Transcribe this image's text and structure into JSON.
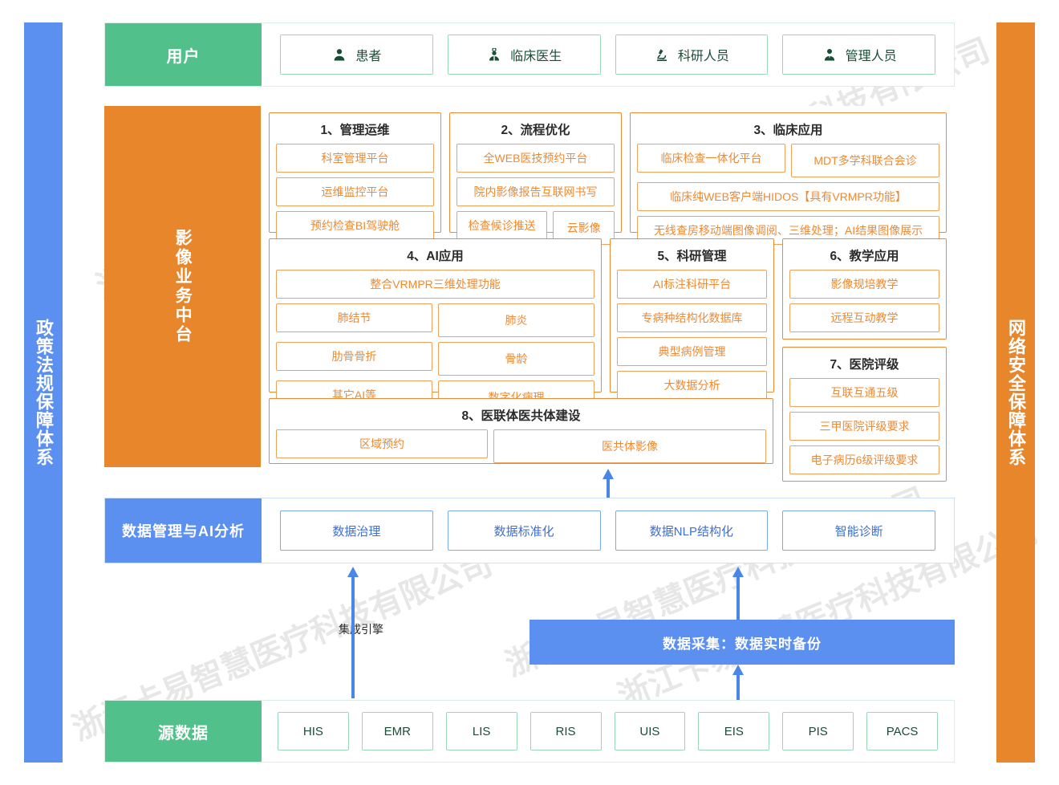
{
  "sides": {
    "left": {
      "label": "政策法规保障体系",
      "color": "#5b8ff0"
    },
    "right": {
      "label": "网络安全保障体系",
      "color": "#e8862c"
    }
  },
  "users_band": {
    "label": "用户",
    "color": "#52c08a",
    "items": [
      {
        "label": "患者",
        "icon": "person-icon"
      },
      {
        "label": "临床医生",
        "icon": "doctor-icon"
      },
      {
        "label": "科研人员",
        "icon": "microscope-icon"
      },
      {
        "label": "管理人员",
        "icon": "manager-icon"
      }
    ]
  },
  "platform_band": {
    "label": "影像业务中台",
    "color": "#e8862c",
    "groups": [
      {
        "title": "1、管理运维",
        "rows": [
          [
            "科室管理平台"
          ],
          [
            "运维监控平台"
          ],
          [
            "预约检查BI驾驶舱"
          ]
        ]
      },
      {
        "title": "2、流程优化",
        "rows": [
          [
            "全WEB医技预约平台"
          ],
          [
            "院内影像报告互联网书写"
          ],
          [
            "检查候诊推送",
            "云影像"
          ]
        ]
      },
      {
        "title": "3、临床应用",
        "rows": [
          [
            "临床检查一体化平台",
            "MDT多学科联合会诊"
          ],
          [
            "临床纯WEB客户端HIDOS【具有VRMPR功能】"
          ],
          [
            "无线查房移动端图像调阅、三维处理；AI结果图像展示"
          ]
        ]
      },
      {
        "title": "4、AI应用",
        "rows": [
          [
            "整合VRMPR三维处理功能"
          ],
          [
            "肺结节",
            "肺炎"
          ],
          [
            "肋骨骨折",
            "骨龄"
          ],
          [
            "其它AI等",
            "数字化病理"
          ]
        ]
      },
      {
        "title": "5、科研管理",
        "rows": [
          [
            "AI标注科研平台"
          ],
          [
            "专病种结构化数据库"
          ],
          [
            "典型病例管理"
          ],
          [
            "大数据分析"
          ]
        ]
      },
      {
        "title": "6、教学应用",
        "rows": [
          [
            "影像规培教学"
          ],
          [
            "远程互动教学"
          ]
        ]
      },
      {
        "title": "7、医院评级",
        "rows": [
          [
            "互联互通五级"
          ],
          [
            "三甲医院评级要求"
          ],
          [
            "电子病历6级评级要求"
          ]
        ]
      },
      {
        "title": "8、医联体医共体建设",
        "rows": [
          [
            "区域预约",
            "医共体影像"
          ]
        ]
      }
    ]
  },
  "data_band": {
    "label": "数据管理与AI分析",
    "color": "#5b8ff0",
    "items": [
      "数据治理",
      "数据标准化",
      "数据NLP结构化",
      "智能诊断"
    ]
  },
  "connector": {
    "engine_label": "集成引擎",
    "collect_label": "数据采集：数据实时备份",
    "collect_color": "#5b8ff0",
    "arrow_color": "#4a86e8"
  },
  "source_band": {
    "label": "源数据",
    "color": "#52c08a",
    "items": [
      "HIS",
      "EMR",
      "LIS",
      "RIS",
      "UIS",
      "EIS",
      "PIS",
      "PACS"
    ]
  },
  "watermark": {
    "text": "浙江卡易智慧医疗科技有限公司"
  }
}
